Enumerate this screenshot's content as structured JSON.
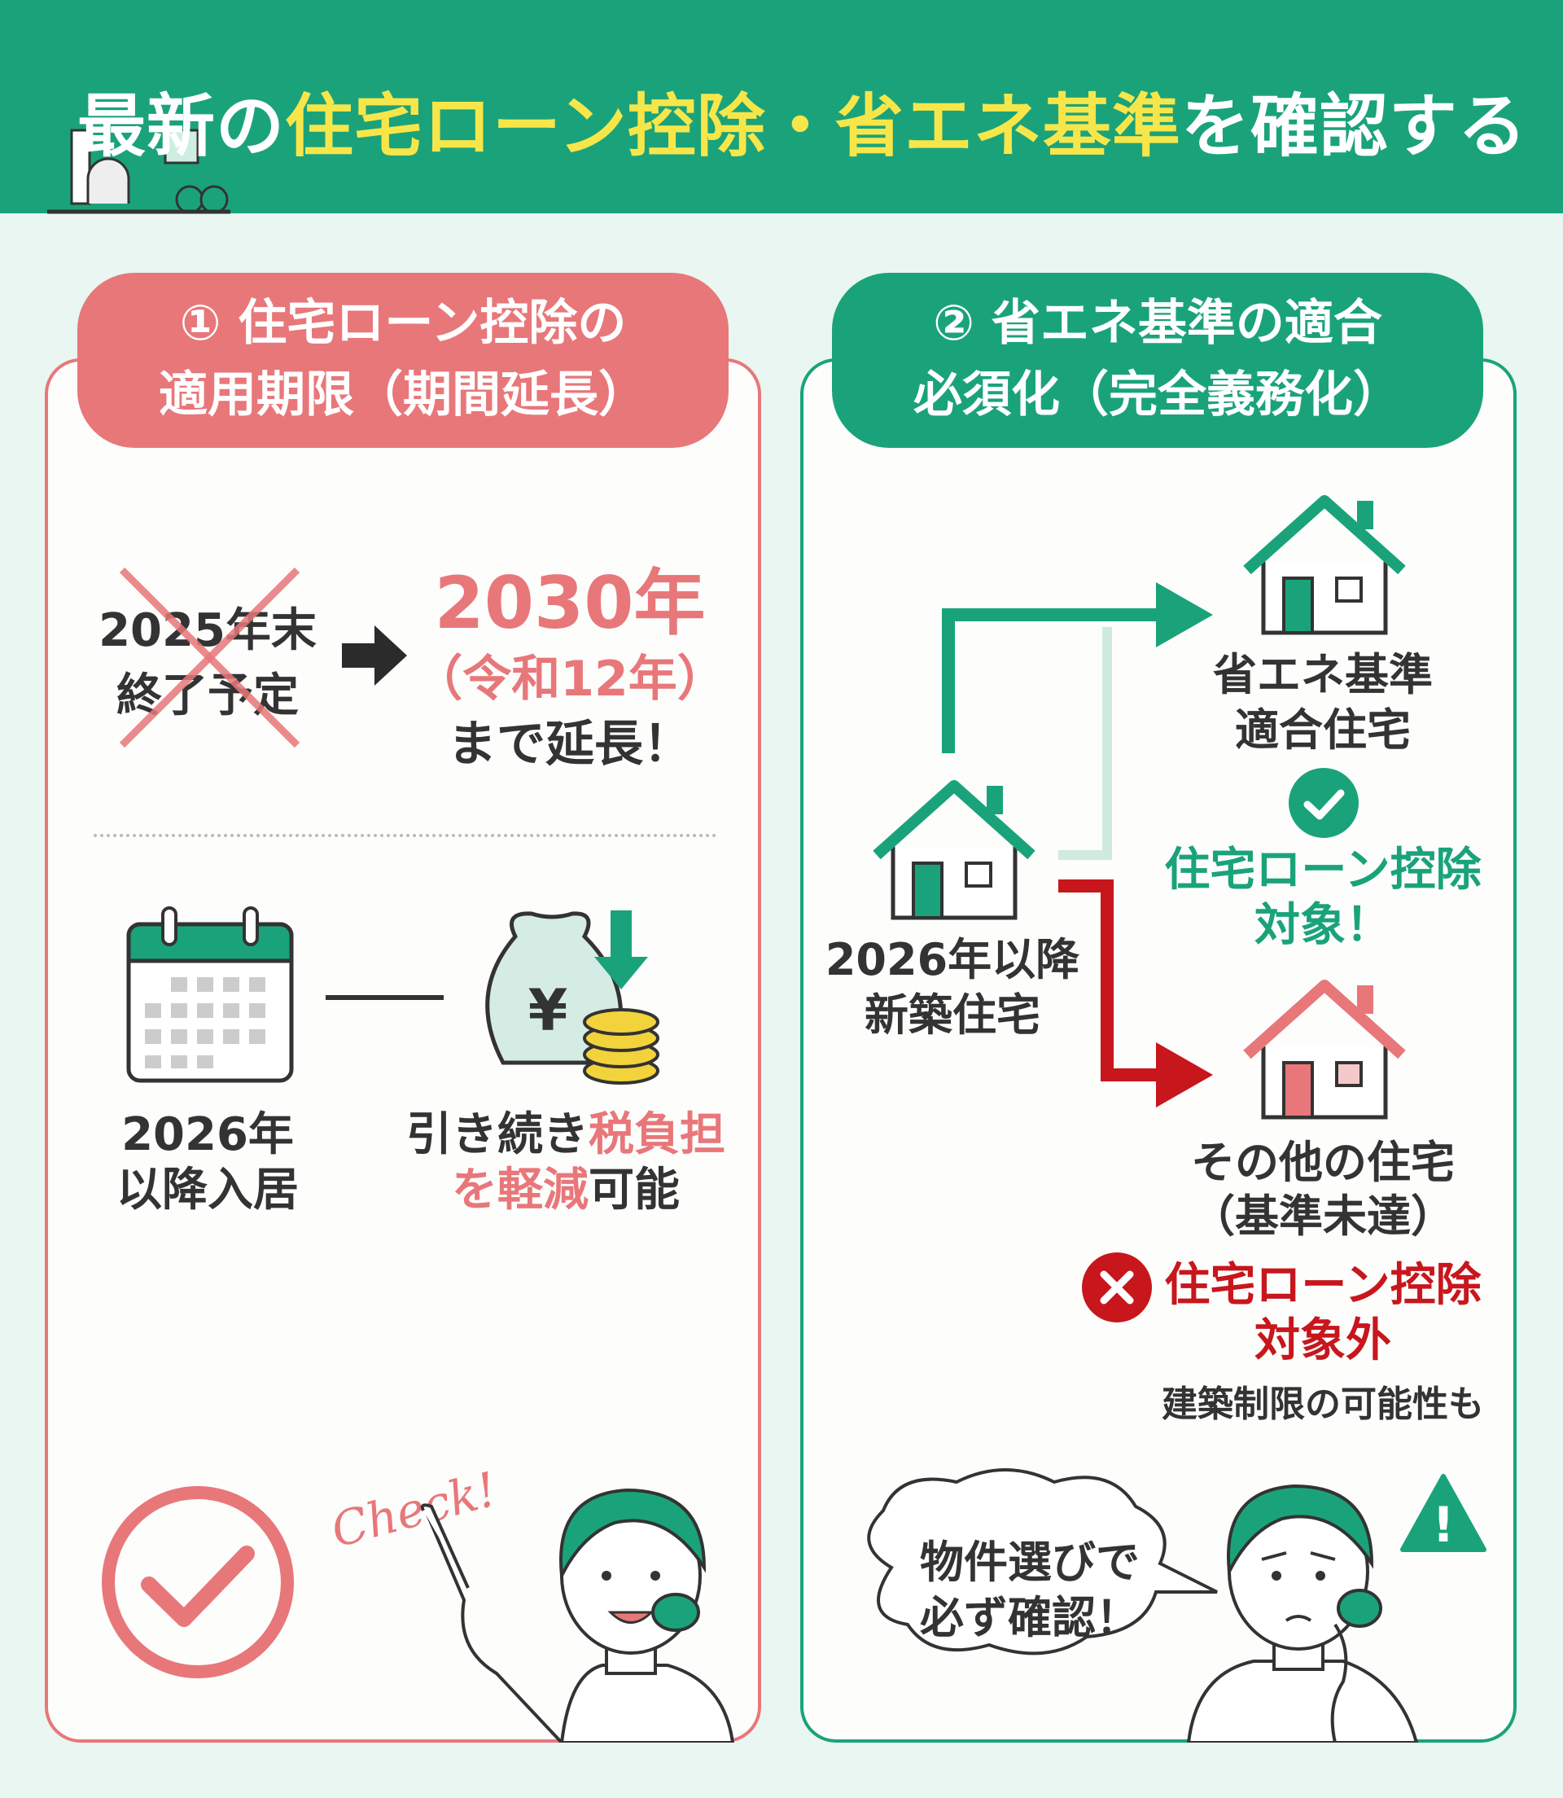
{
  "header": {
    "title_part1": "最新の",
    "title_highlight": "住宅ローン控除・省エネ基準",
    "title_part2": "を確認する"
  },
  "colors": {
    "green": "#1aa37a",
    "pink": "#e8777a",
    "red": "#c8161d",
    "yellow": "#f7e64a"
  },
  "left": {
    "heading_line1": "① 住宅ローン控除の",
    "heading_line2": "適用期限（期間延長）",
    "old_line1": "2025年末",
    "old_line2": "終了予定",
    "new_year": "2030年",
    "new_era": "（令和12年）",
    "new_suffix": "まで延長！",
    "movein_line1": "2026年",
    "movein_line2": "以降入居",
    "benefit_a": "引き続き",
    "benefit_b": "税負担",
    "benefit_c": "を軽減",
    "benefit_d": "可能",
    "yen_symbol": "¥",
    "check_text": "Check!"
  },
  "right": {
    "heading_line1": "② 省エネ基準の適合",
    "heading_line2": "必須化（完全義務化）",
    "source_line1": "2026年以降",
    "source_line2": "新築住宅",
    "ok_line1": "省エネ基準",
    "ok_line2": "適合住宅",
    "ok_result_line1": "住宅ローン控除",
    "ok_result_line2": "対象！",
    "ng_line1": "その他の住宅",
    "ng_line2": "（基準未達）",
    "ng_result_line1": "住宅ローン控除",
    "ng_result_line2": "対象外",
    "ng_note": "建築制限の可能性も",
    "bubble_line1": "物件選びで",
    "bubble_line2": "必ず確認！",
    "warning_symbol": "!"
  }
}
